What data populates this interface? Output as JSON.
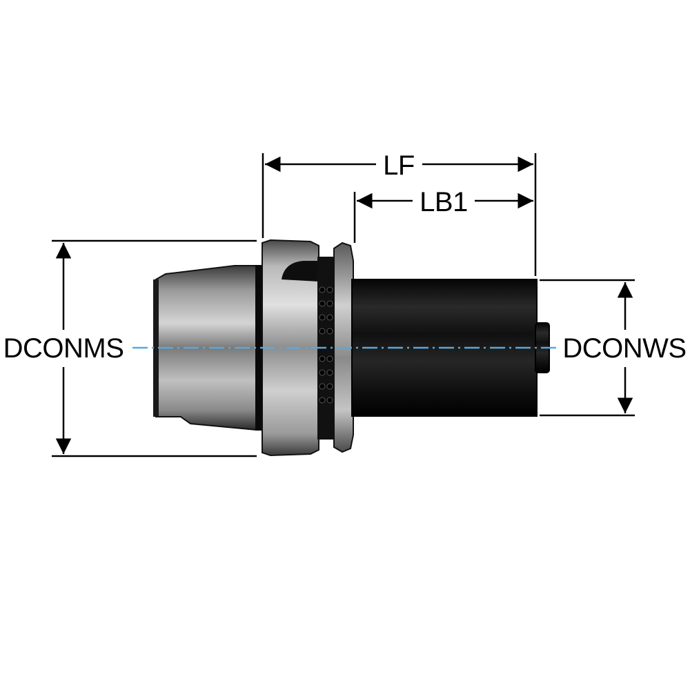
{
  "dimensions": {
    "lf": "LF",
    "lb1": "LB1",
    "dconms": "DCONMS",
    "dconws": "DCONWS"
  },
  "colors": {
    "dimension_line": "#000000",
    "centerline": "#5aa8dc",
    "body_dark": "#141414",
    "body_steel": "#8c8c8c"
  }
}
